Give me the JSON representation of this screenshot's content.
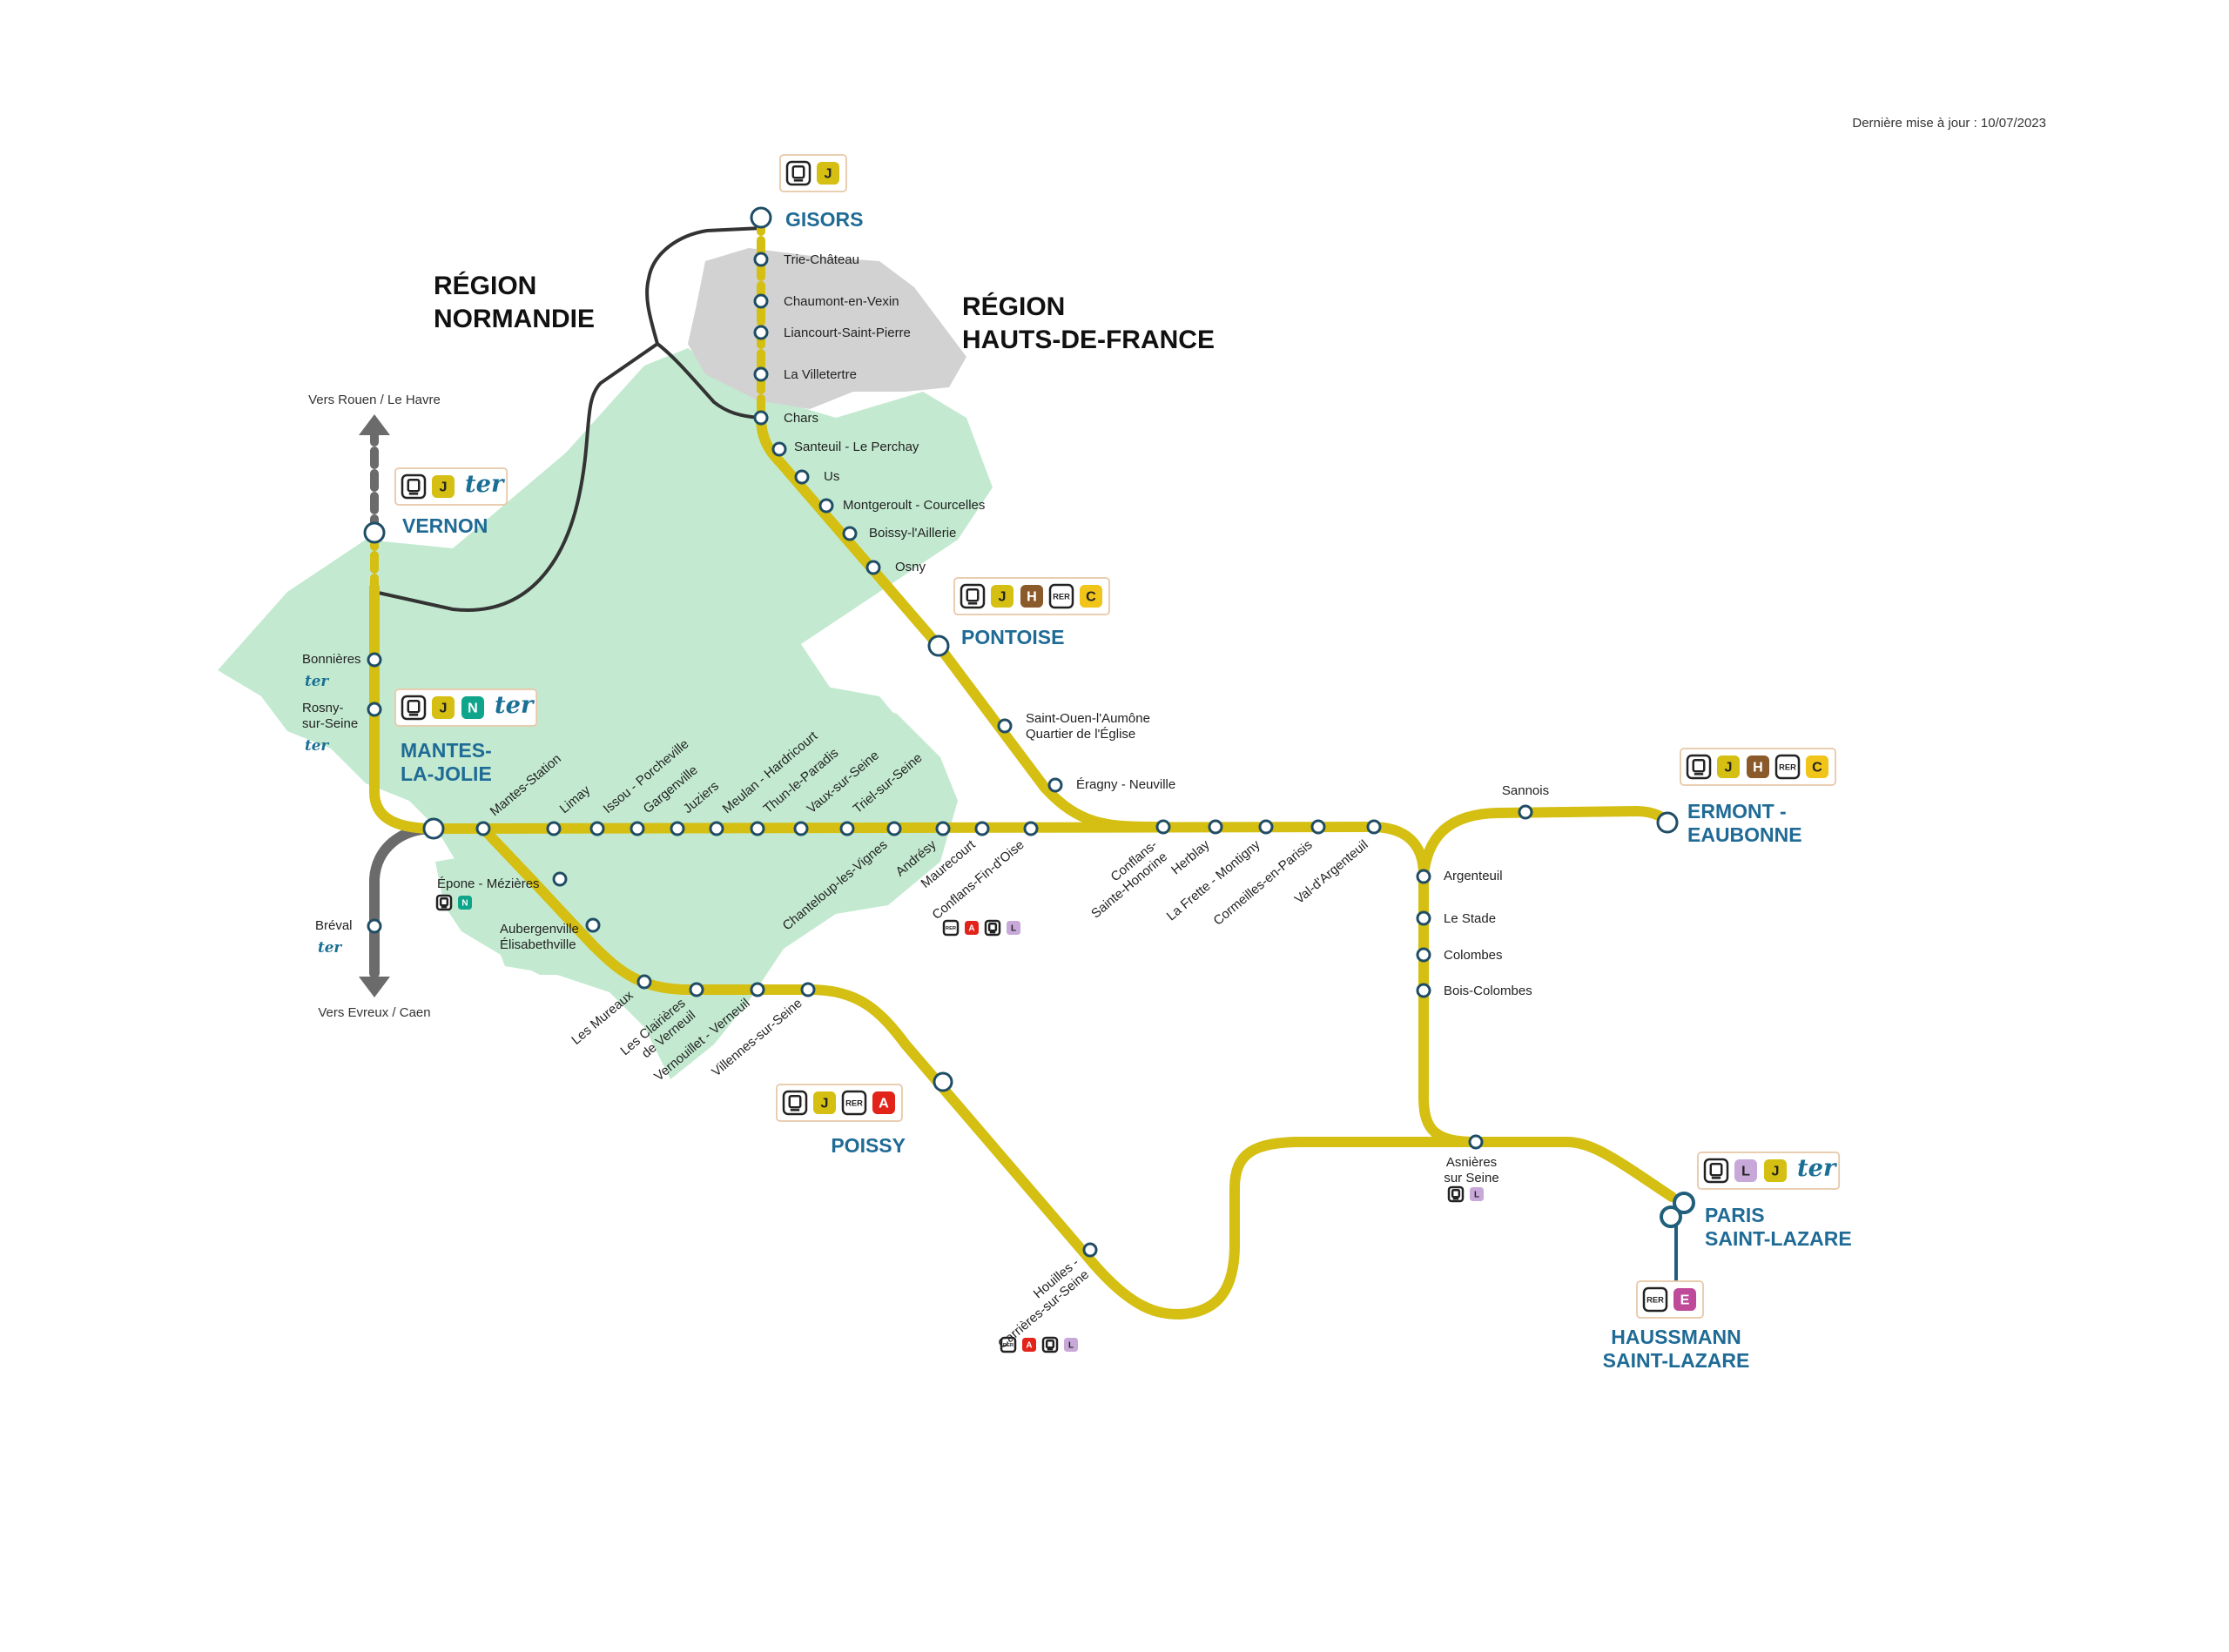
{
  "updated": "Dernière mise à jour : 10/07/2023",
  "regions": {
    "normandie": [
      "RÉGION",
      "NORMANDIE"
    ],
    "hdf": [
      "RÉGION",
      "HAUTS-DE-FRANCE"
    ]
  },
  "directions": {
    "north": "Vers Rouen / Le Havre",
    "south": "Vers Evreux / Caen"
  },
  "ter_label": "ter",
  "rer_label": "RER",
  "colors": {
    "line_j": "#d4bf12",
    "line_other": "#6b6b6b",
    "border": "#333333",
    "map_green": "#bfe8cc",
    "map_grey": "#d0d0d0",
    "station_text": "#1f6b96",
    "J": "#d4bf12",
    "H": "#8b5a2b",
    "C": "#f0c419",
    "A": "#e2231a",
    "N": "#0ea58b",
    "L": "#c7a8d9",
    "E": "#c04a9a"
  },
  "major_stations": {
    "gisors": {
      "name": [
        "GISORS"
      ],
      "badges": [
        "train",
        "J"
      ]
    },
    "vernon": {
      "name": [
        "VERNON"
      ],
      "badges": [
        "train",
        "J",
        "ter"
      ]
    },
    "pontoise": {
      "name": [
        "PONTOISE"
      ],
      "badges": [
        "train",
        "J",
        "H",
        "RER",
        "C"
      ]
    },
    "mantes": {
      "name": [
        "MANTES-",
        "LA-JOLIE"
      ],
      "badges": [
        "train",
        "J",
        "N",
        "ter"
      ]
    },
    "ermont": {
      "name": [
        "ERMONT -",
        "EAUBONNE"
      ],
      "badges": [
        "train",
        "J",
        "H",
        "RER",
        "C"
      ]
    },
    "poissy": {
      "name": [
        "POISSY"
      ],
      "badges": [
        "train",
        "J",
        "RER",
        "A"
      ]
    },
    "paris": {
      "name": [
        "PARIS",
        "SAINT-LAZARE"
      ],
      "badges": [
        "train",
        "L",
        "J",
        "ter"
      ]
    },
    "haussmann": {
      "name": [
        "HAUSSMANN",
        "SAINT-LAZARE"
      ],
      "badges": [
        "RER",
        "E"
      ]
    }
  },
  "stations": {
    "trie": [
      "Trie-Château"
    ],
    "chaumont": [
      "Chaumont-en-Vexin"
    ],
    "liancourt": [
      "Liancourt-Saint-Pierre"
    ],
    "villetertre": [
      "La Villetertre"
    ],
    "chars": [
      "Chars"
    ],
    "santeuil": [
      "Santeuil - Le Perchay"
    ],
    "us": [
      "Us"
    ],
    "montgeroult": [
      "Montgeroult - Courcelles"
    ],
    "boissy": [
      "Boissy-l'Aillerie"
    ],
    "osny": [
      "Osny"
    ],
    "saintouen": [
      "Saint-Ouen-l'Aumône",
      "Quartier de l'Église"
    ],
    "eragny": [
      "Éragny - Neuville"
    ],
    "bonnieres": [
      "Bonnières"
    ],
    "rosny": [
      "Rosny-",
      "sur-Seine"
    ],
    "breval": [
      "Bréval"
    ],
    "epone": [
      "Épone - Mézières"
    ],
    "aubergenville": [
      "Aubergenville",
      "Élisabethville"
    ],
    "argenteuil": [
      "Argenteuil"
    ],
    "lestade": [
      "Le Stade"
    ],
    "colombes": [
      "Colombes"
    ],
    "boiscolombes": [
      "Bois-Colombes"
    ],
    "sannois": [
      "Sannois"
    ],
    "asnieres": [
      "Asnières",
      "sur Seine"
    ],
    "mantesstation": [
      "Mantes-Station"
    ],
    "limay": [
      "Limay"
    ],
    "issou": [
      "Issou - Porcheville"
    ],
    "gargenville": [
      "Gargenville"
    ],
    "juziers": [
      "Juziers"
    ],
    "meulan": [
      "Meulan - Hardricourt"
    ],
    "thun": [
      "Thun-le-Paradis"
    ],
    "vaux": [
      "Vaux-sur-Seine"
    ],
    "triel": [
      "Triel-sur-Seine"
    ],
    "chanteloup": [
      "Chanteloup-les-Vignes"
    ],
    "andresy": [
      "Andrésy"
    ],
    "maurecourt": [
      "Maurecourt"
    ],
    "conflansfin": [
      "Conflans-Fin-d'Oise"
    ],
    "conflanssh": [
      "Conflans-",
      "Sainte-Honorine"
    ],
    "herblay": [
      "Herblay"
    ],
    "lafrette": [
      "La Frette - Montigny"
    ],
    "cormeilles": [
      "Cormeilles-en-Parisis"
    ],
    "valdargenteuil": [
      "Val-d'Argenteuil"
    ],
    "lesmureaux": [
      "Les Mureaux"
    ],
    "clairieres": [
      "Les Clairières",
      "de Verneuil"
    ],
    "vernouillet": [
      "Vernouillet - Verneuil"
    ],
    "villennes": [
      "Villennes-sur-Seine"
    ],
    "houilles": [
      "Houilles -",
      "Carrières-sur-Seine"
    ]
  },
  "station_badges": {
    "bonnieres": [
      "ter"
    ],
    "rosny": [
      "ter"
    ],
    "breval": [
      "ter"
    ],
    "epone": [
      "train",
      "N"
    ],
    "asnieres": [
      "train",
      "L"
    ],
    "conflansfin": [
      "RER",
      "A",
      "train",
      "L"
    ],
    "houilles": [
      "RER",
      "A",
      "train",
      "L"
    ]
  }
}
